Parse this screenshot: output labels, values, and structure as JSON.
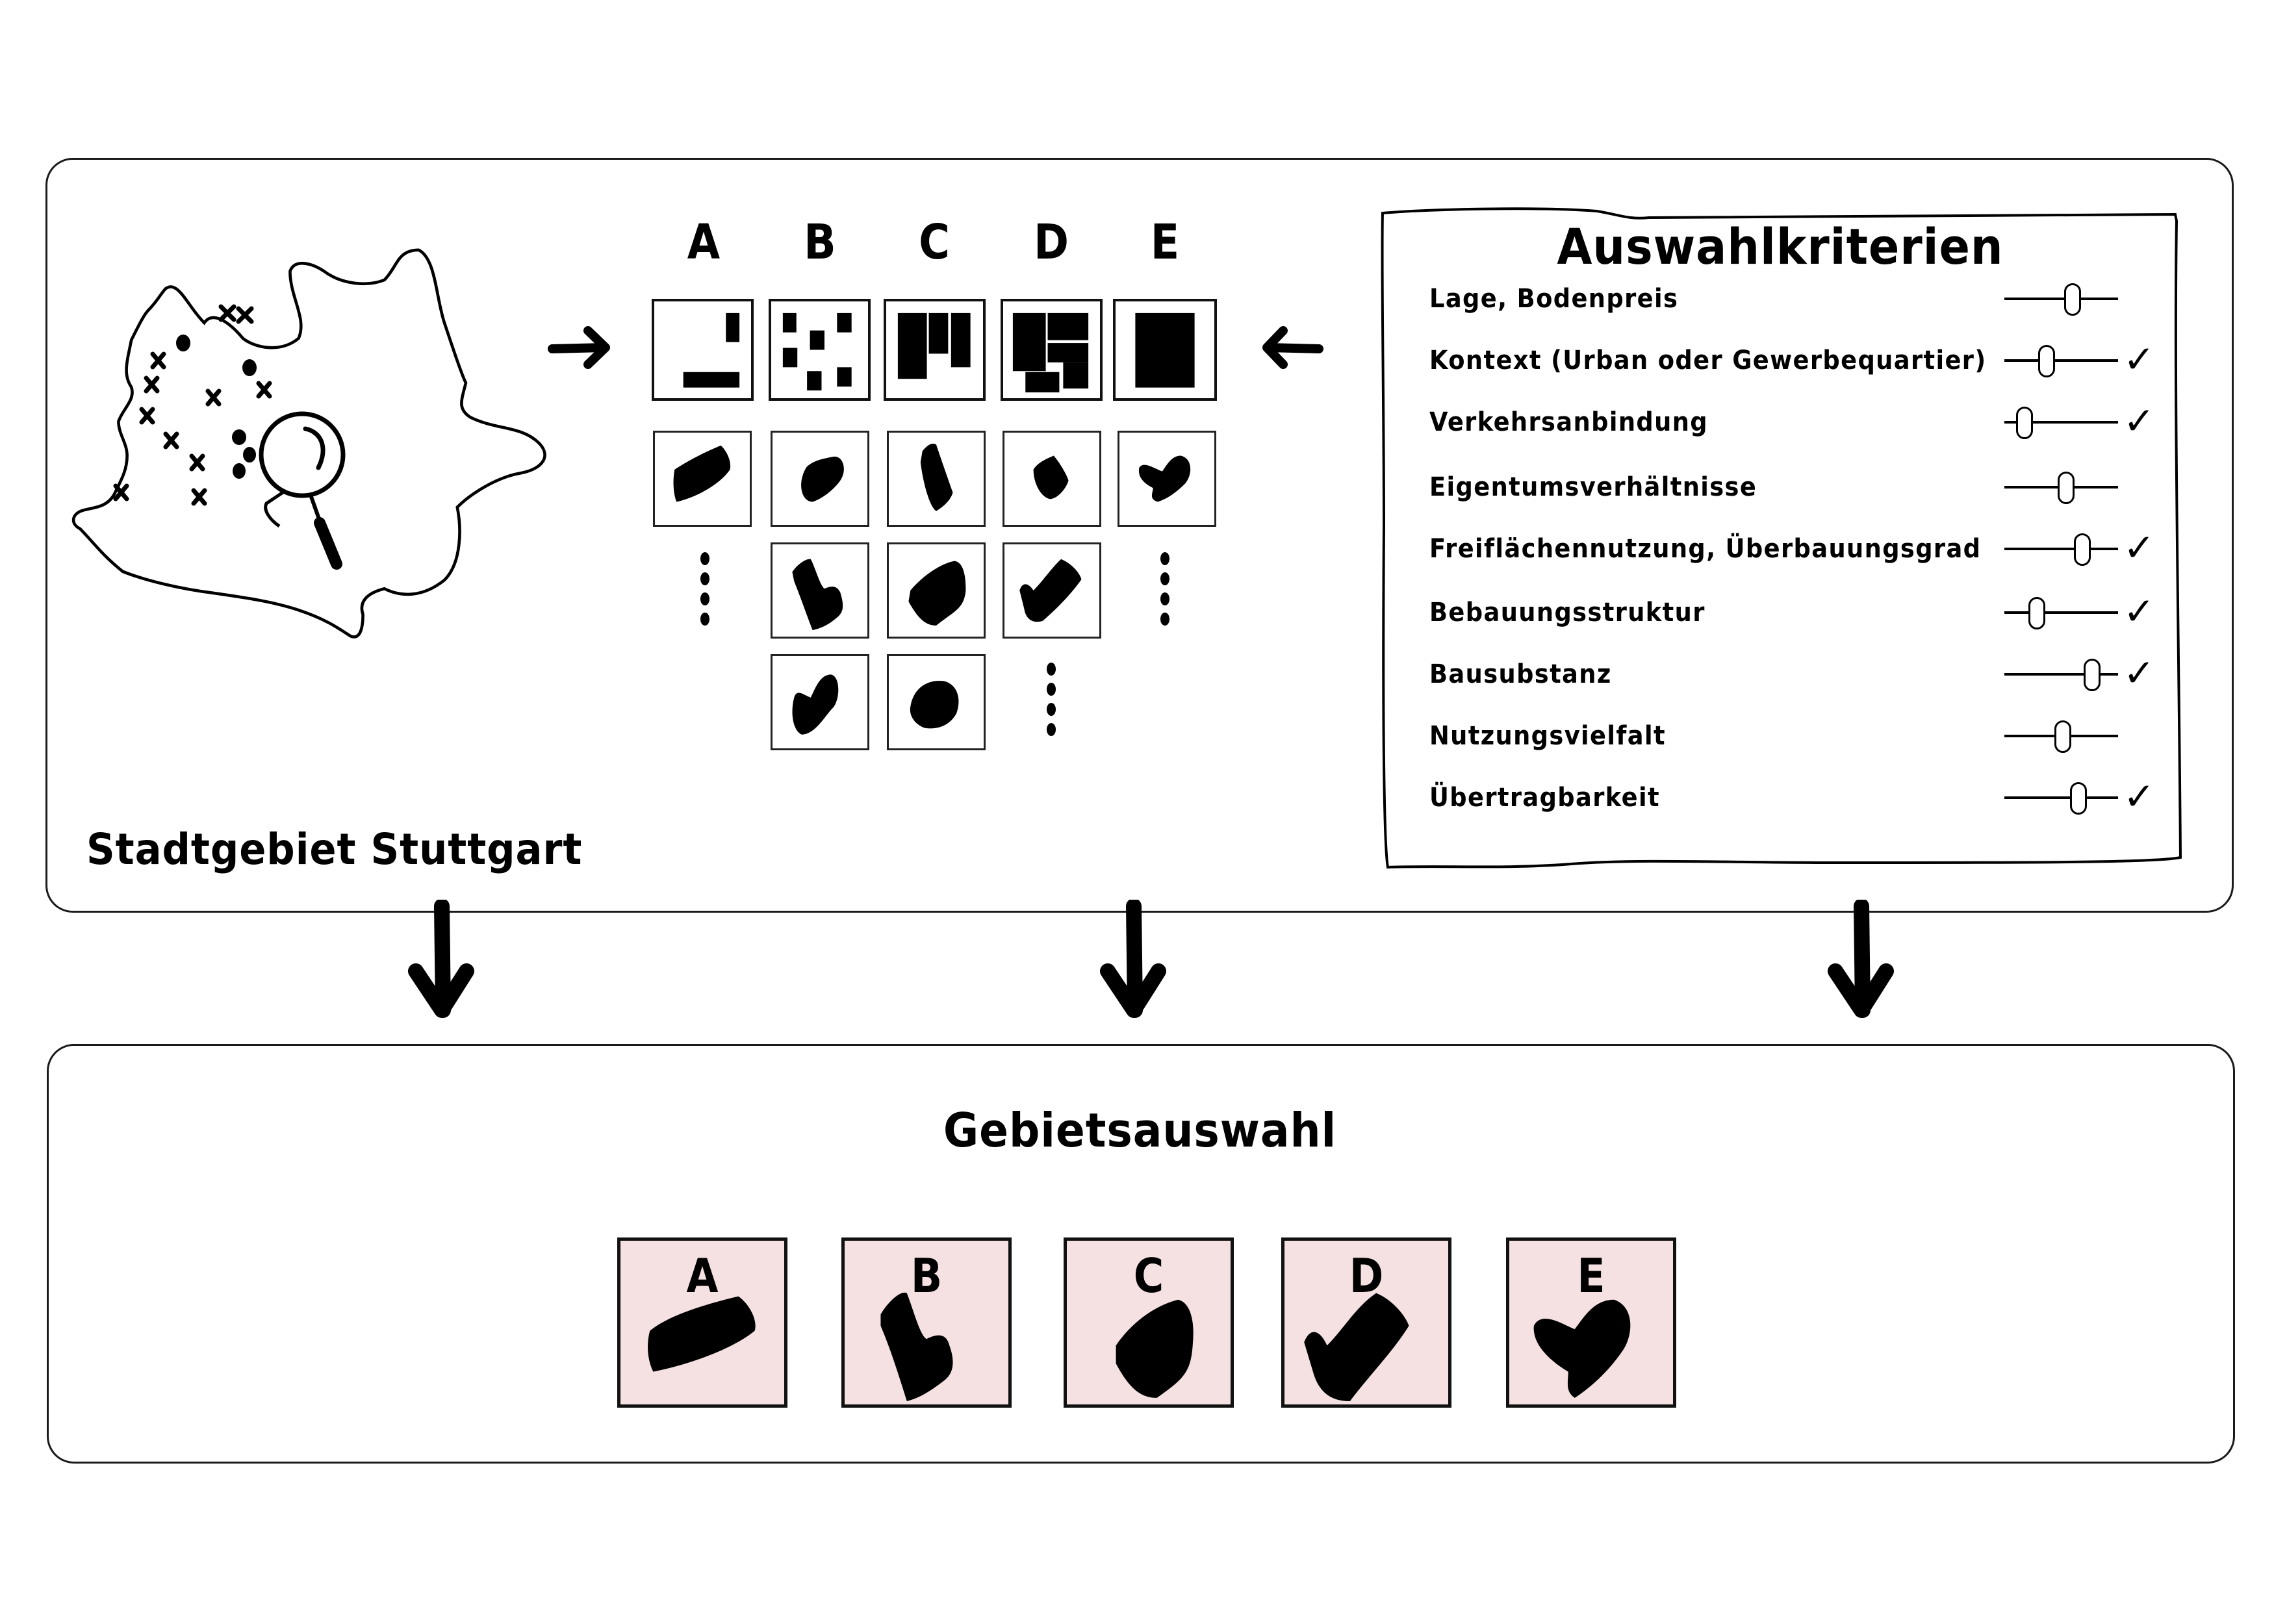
{
  "diagram": {
    "top_panel": {
      "map_label": "Stadtgebiet Stuttgart",
      "map_icons": [
        "city-outline",
        "x-marker",
        "dot-marker",
        "magnifier-icon"
      ],
      "column_letters": [
        "A",
        "B",
        "C",
        "D",
        "E"
      ],
      "building_types": [
        {
          "letter": "A",
          "pattern": "sparse-l"
        },
        {
          "letter": "B",
          "pattern": "scattered-blocks"
        },
        {
          "letter": "C",
          "pattern": "comb-blocks"
        },
        {
          "letter": "D",
          "pattern": "dense-blocks"
        },
        {
          "letter": "E",
          "pattern": "single-block"
        }
      ],
      "candidate_areas": {
        "A": [
          "slab",
          "ellipsis"
        ],
        "B": [
          "blob",
          "l-shape",
          "hook"
        ],
        "C": [
          "bar",
          "rhombus",
          "oval"
        ],
        "D": [
          "diamond",
          "check-shape",
          "ellipsis"
        ],
        "E": [
          "mitten",
          "ellipsis"
        ]
      }
    },
    "criteria": {
      "title": "Auswahlkriterien",
      "items": [
        {
          "label": "Lage, Bodenpreis",
          "slider": 0.62,
          "checked": false
        },
        {
          "label": "Kontext (Urban oder Gewerbequartier)",
          "slider": 0.35,
          "checked": true
        },
        {
          "label": "Verkehrsanbindung",
          "slider": 0.12,
          "checked": true
        },
        {
          "label": "Eigentumsverhältnisse",
          "slider": 0.55,
          "checked": false
        },
        {
          "label": "Freiflächennutzung, Überbauungsgrad",
          "slider": 0.72,
          "checked": true
        },
        {
          "label": "Bebauungsstruktur",
          "slider": 0.25,
          "checked": true
        },
        {
          "label": "Bausubstanz",
          "slider": 0.82,
          "checked": true
        },
        {
          "label": "Nutzungsvielfalt",
          "slider": 0.52,
          "checked": false
        },
        {
          "label": "Übertragbarkeit",
          "slider": 0.68,
          "checked": true
        }
      ],
      "check_glyph": "✓"
    },
    "bottom_panel": {
      "title": "Gebietsauswahl",
      "selected": [
        {
          "letter": "A",
          "shape": "slab"
        },
        {
          "letter": "B",
          "shape": "l-shape"
        },
        {
          "letter": "C",
          "shape": "rhombus"
        },
        {
          "letter": "D",
          "shape": "check-shape"
        },
        {
          "letter": "E",
          "shape": "mitten"
        }
      ],
      "tile_color": "#f5e1e2"
    },
    "arrow_color": "#000000"
  }
}
